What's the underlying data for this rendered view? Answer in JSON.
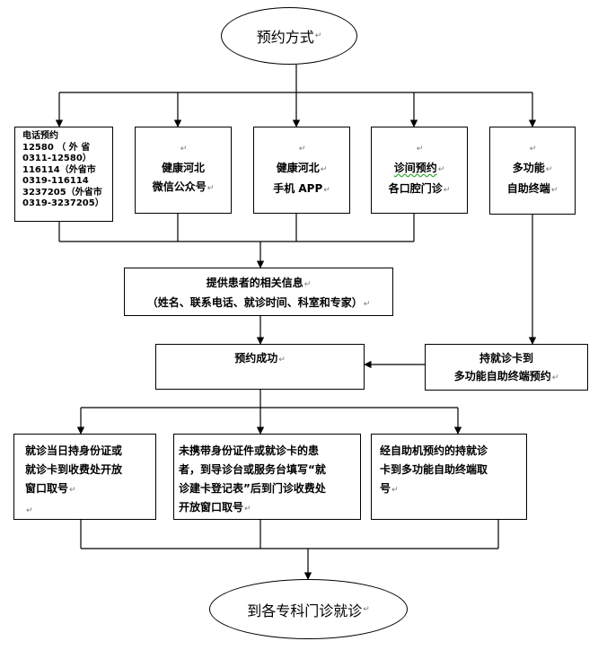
{
  "mark": "↵",
  "top": "预约方式",
  "channels": {
    "phone": [
      "电话预约",
      "12580 （ 外 省",
      "0311-12580）",
      "116114（外省市",
      "0319-116114",
      "3237205（外省市",
      "0319-3237205）"
    ],
    "wechat": [
      "健康河北",
      "微信公众号"
    ],
    "app": [
      "健康河北",
      "手机 APP"
    ],
    "clinic": [
      "诊间预约",
      "各口腔门诊"
    ],
    "kiosk": [
      "多功能",
      "自助终端"
    ]
  },
  "provide": [
    "提供患者的相关信息",
    "（姓名、联系电话、就诊时间、科室和专家）"
  ],
  "success": "预约成功",
  "card_kiosk": [
    "持就诊卡到",
    "多功能自助终端预约"
  ],
  "outcomes": {
    "left": [
      "就诊当日持身份证或",
      "就诊卡到收费处开放",
      "窗口取号"
    ],
    "middle": [
      "未携带身份证件或就诊卡的患",
      "者，到导诊台或服务台填写“就",
      "诊建卡登记表”后到门诊收费处",
      "开放窗口取号"
    ],
    "right": [
      "经自助机预约的持就诊",
      "卡到多功能自助终端取",
      "号"
    ]
  },
  "bottom": "到各专科门诊就诊"
}
